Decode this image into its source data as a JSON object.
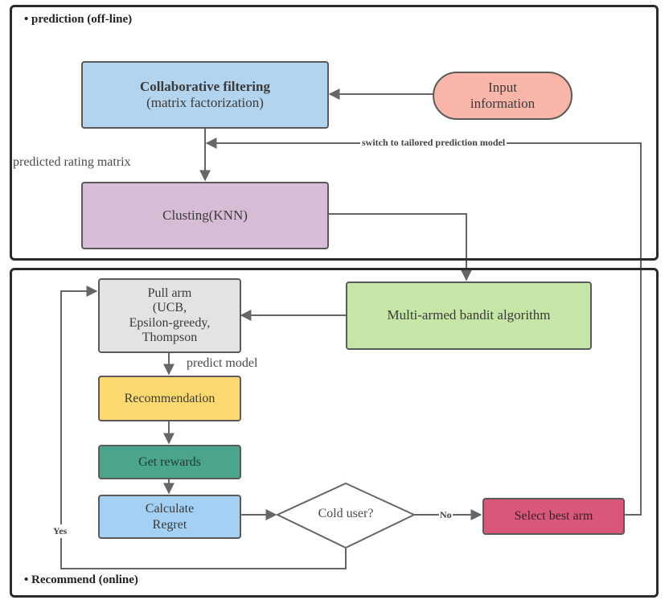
{
  "sections": {
    "offline_title": "• prediction (off-line)",
    "online_title": "• Recommend (online)"
  },
  "nodes": {
    "collab_title": "Collaborative filtering",
    "collab_sub": "(matrix factorization)",
    "input_line1": "Input",
    "input_line2": "information",
    "clustering": "Clusting(KNN)",
    "pull_arm_l1": "Pull arm",
    "pull_arm_l2": "(UCB,",
    "pull_arm_l3": "Epsilon-greedy,",
    "pull_arm_l4": "Thompson",
    "mab": "Multi-armed bandit algorithm",
    "recommendation": "Recommendation",
    "get_rewards": "Get rewards",
    "calc_l1": "Calculate",
    "calc_l2": "Regret",
    "cold_user": "Cold user?",
    "select_best": "Select best arm"
  },
  "edge_labels": {
    "predicted_rating": "predicted rating matrix",
    "switch": "switch to  tailored prediction model",
    "predict_model": "predict model",
    "no": "No",
    "yes": "Yes"
  },
  "colors": {
    "collab": "#b3d4ef",
    "input": "#f8b5a8",
    "clustering": "#d7bcd6",
    "pull_arm": "#e3e3e3",
    "mab": "#c5e6a6",
    "recommendation": "#fdda6f",
    "get_rewards": "#4aa58c",
    "calc_regret": "#a4d0f3",
    "select_best": "#d9577a"
  }
}
